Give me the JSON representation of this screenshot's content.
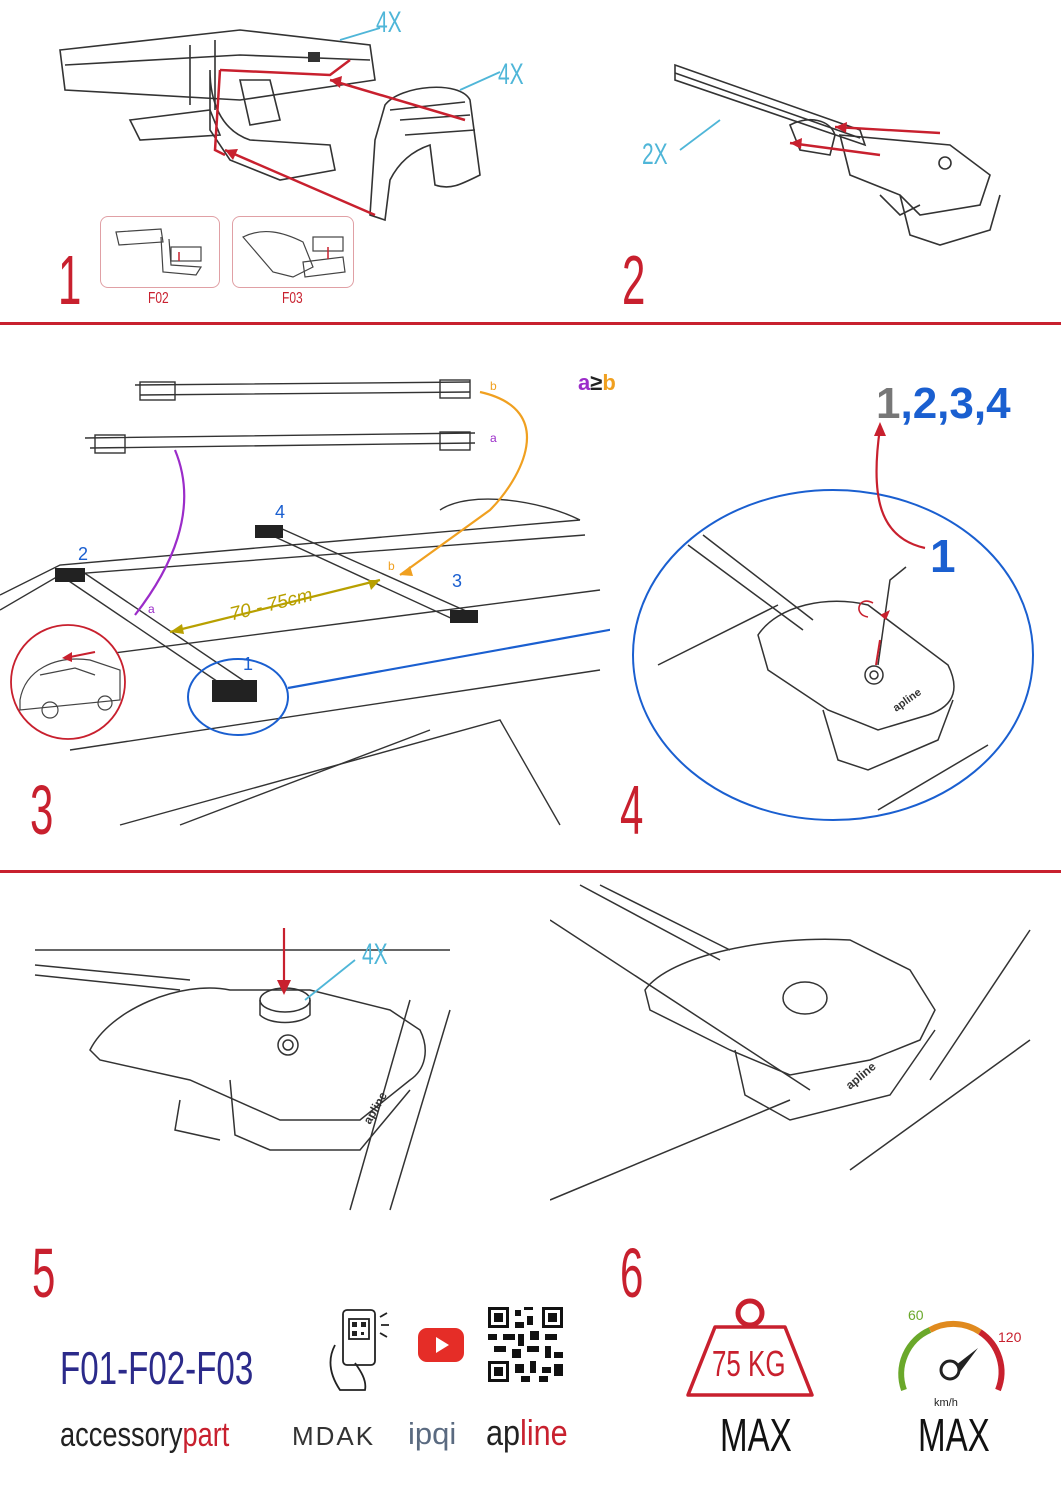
{
  "steps": [
    "1",
    "2",
    "3",
    "4",
    "5",
    "6"
  ],
  "callouts": {
    "s1_top": "4X",
    "s1_right": "4X",
    "s2": "2X",
    "s5": "4X"
  },
  "fittings": {
    "f02": "F02",
    "f03": "F03"
  },
  "step3": {
    "condition": {
      "a": "a",
      "ge": "≥",
      "b": "b"
    },
    "label_a": "a",
    "label_b": "b",
    "distance": "70 - 75cm",
    "feet": [
      "1",
      "2",
      "3",
      "4"
    ]
  },
  "step4": {
    "sequence_first": "1",
    "sequence_rest": ",2,3,4",
    "foot": "1"
  },
  "logo_text": "apline",
  "footer": {
    "models": "F01-F02-F03",
    "brand_accessory_dark": "accessory",
    "brand_accessory_red": "part",
    "brand_mdak": "MDAK",
    "brand_ipqi": "ipqi",
    "brand_apline_dark": "ap",
    "brand_apline_red": "line",
    "weight_value": "75 KG",
    "weight_max": "MAX",
    "speed_low": "60",
    "speed_high": "120",
    "speed_unit": "km/h",
    "speed_max": "MAX"
  },
  "colors": {
    "accent_red": "#c8202e",
    "callout_cyan": "#4fb6d8",
    "blue": "#1a5fd0",
    "purple": "#9b2cc9",
    "orange": "#f0a020",
    "olive": "#b8a000",
    "navy": "#2b2a8a"
  },
  "icons": [
    "phone-qr-scan-icon",
    "youtube-icon",
    "qr-code-icon",
    "weight-icon",
    "speedometer-icon"
  ]
}
